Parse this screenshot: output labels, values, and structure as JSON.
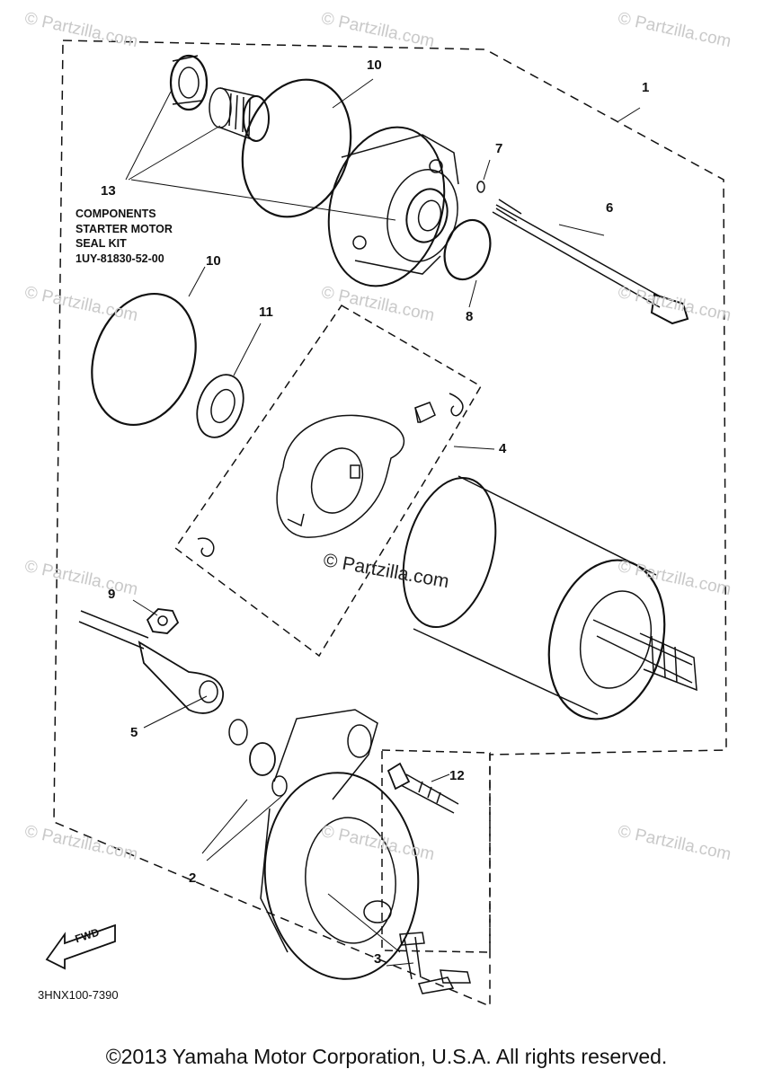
{
  "diagram": {
    "callouts": {
      "c1": "1",
      "c2": "2",
      "c3": "3",
      "c4": "4",
      "c5": "5",
      "c6": "6",
      "c7": "7",
      "c8": "8",
      "c9": "9",
      "c10a": "10",
      "c10b": "10",
      "c11": "11",
      "c12": "12",
      "c13": "13"
    },
    "kit_note": {
      "line1": "COMPONENTS",
      "line2": "STARTER MOTOR",
      "line3": "SEAL KIT",
      "line4": "1UY-81830-52-00"
    },
    "fwd_label": "FWD",
    "reference_code": "3HNX100-7390",
    "center_watermark": "© Partzilla.com",
    "watermark_text": "© Partzilla.com"
  },
  "footer": {
    "copyright": "©2013 Yamaha Motor Corporation, U.S.A. All rights reserved."
  }
}
